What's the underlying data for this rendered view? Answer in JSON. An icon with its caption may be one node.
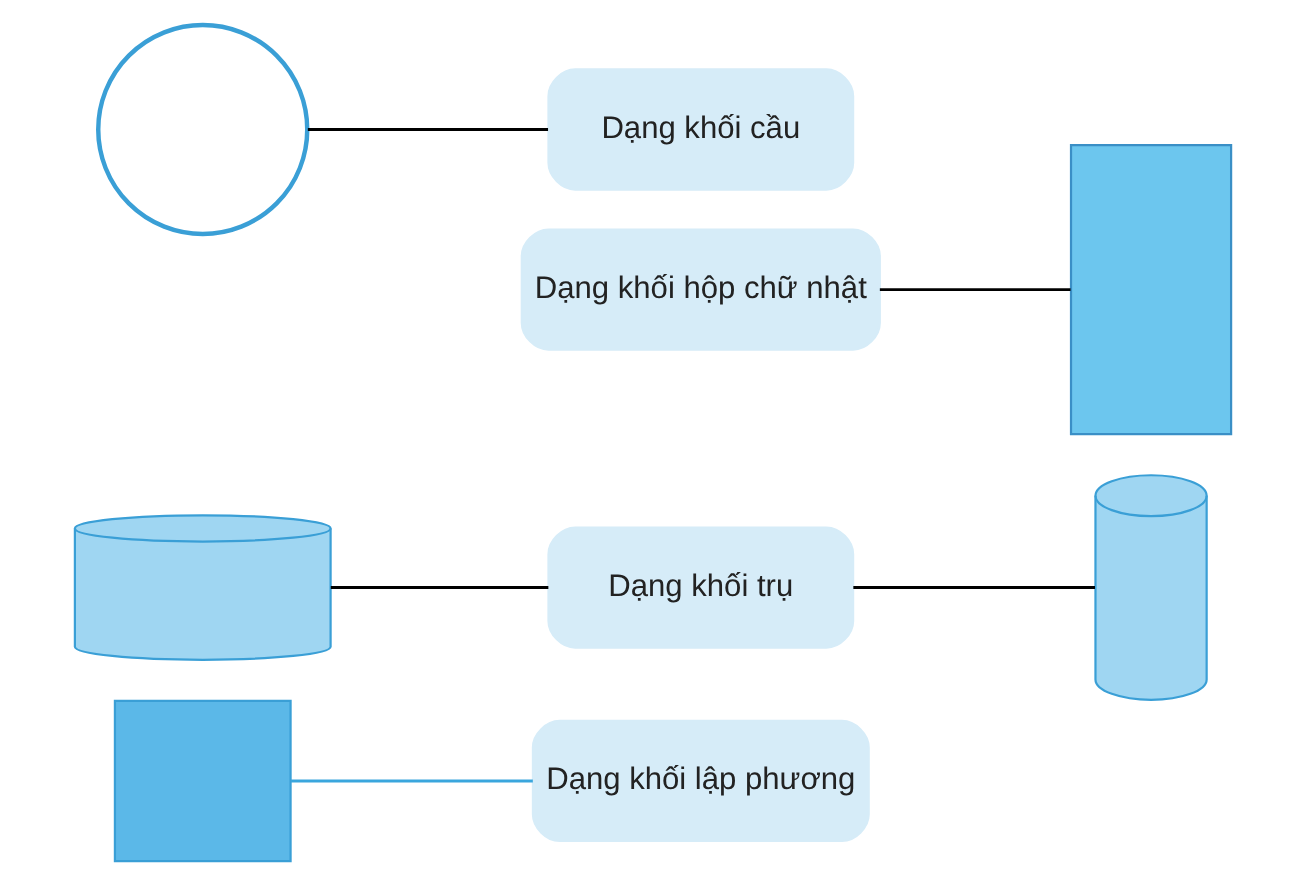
{
  "diagram": {
    "nodes": [
      {
        "text": [],
        "shape": "box"
      },
      {
        "text": [
          "Dạng khối trụ"
        ]
      },
      {
        "text": [],
        "shape": "box"
      },
      {
        "text": [
          "Dạng khối cầu"
        ]
      },
      {
        "text": [],
        "shape": "cylinder"
      },
      {
        "text": [
          "Dạng khối lập phương"
        ]
      },
      {
        "text": [],
        "shape": "circle"
      },
      {
        "text": [
          "Dạng khối hộp chữ nhật"
        ]
      },
      {
        "text": [],
        "shape": "cylinder"
      }
    ],
    "edges": [
      {
        "from": 0,
        "to": 5,
        "arrow": "none",
        "color": "#3aa6dd"
      },
      {
        "from": 4,
        "to": 1,
        "arrow": "none"
      },
      {
        "from": 6,
        "to": 3,
        "arrow": "none"
      },
      {
        "from": 1,
        "to": 8,
        "arrow": "none"
      },
      {
        "from": 7,
        "to": 2,
        "arrow": "none"
      }
    ]
  }
}
